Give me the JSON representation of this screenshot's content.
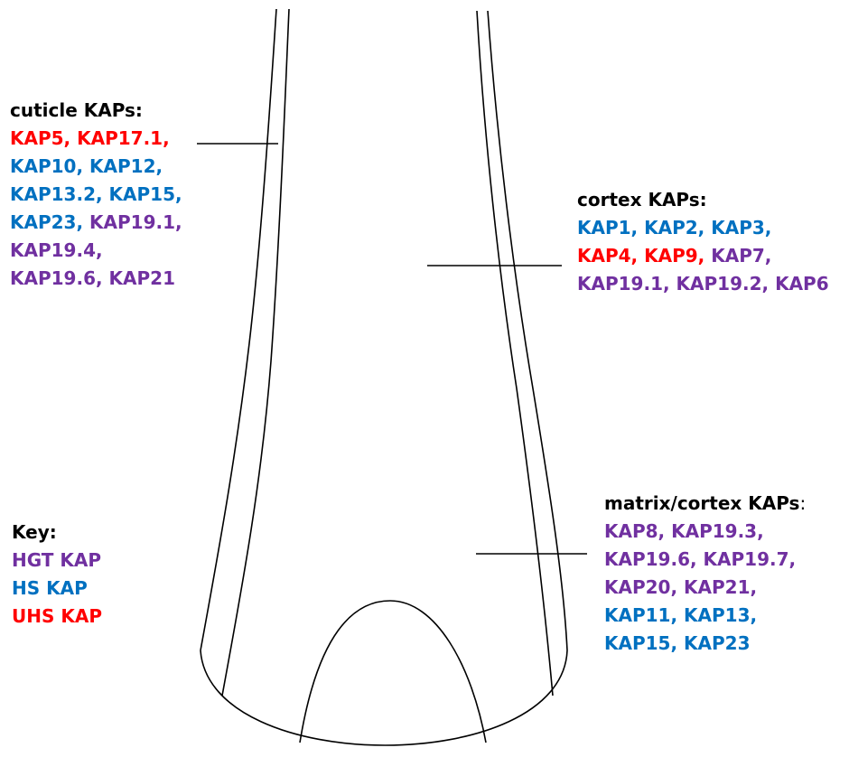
{
  "colors": {
    "hgt": "#7030a0",
    "hs": "#0070c0",
    "uhs": "#ff0000",
    "outline": "#000000"
  },
  "cuticle": {
    "heading": "cuticle KAPs:",
    "lines": [
      [
        {
          "text": "KAP5, KAP17.1,",
          "cls": "uhs"
        }
      ],
      [
        {
          "text": "KAP10, KAP12,",
          "cls": "hs"
        }
      ],
      [
        {
          "text": "KAP13.2, KAP15,",
          "cls": "hs"
        }
      ],
      [
        {
          "text": "KAP23, ",
          "cls": "hs"
        },
        {
          "text": "KAP19.1,",
          "cls": "hgt"
        }
      ],
      [
        {
          "text": "KAP19.4,",
          "cls": "hgt"
        }
      ],
      [
        {
          "text": "KAP19.6, KAP21",
          "cls": "hgt"
        }
      ]
    ]
  },
  "cortex": {
    "heading": "cortex KAPs:",
    "lines": [
      [
        {
          "text": "KAP1, KAP2, KAP3,",
          "cls": "hs"
        }
      ],
      [
        {
          "text": "KAP4, KAP9, ",
          "cls": "uhs"
        },
        {
          "text": "KAP7,",
          "cls": "hgt"
        }
      ],
      [
        {
          "text": "KAP19.1, KAP19.2, KAP6",
          "cls": "hgt"
        }
      ]
    ]
  },
  "matrix": {
    "heading_main": "matrix/cortex KAPs",
    "heading_colon": ":",
    "lines": [
      [
        {
          "text": "KAP8, KAP19.3,",
          "cls": "hgt"
        }
      ],
      [
        {
          "text": "KAP19.6, KAP19.7,",
          "cls": "hgt"
        }
      ],
      [
        {
          "text": "KAP20, KAP21,",
          "cls": "hgt"
        }
      ],
      [
        {
          "text": "KAP11, KAP13,",
          "cls": "hs"
        }
      ],
      [
        {
          "text": "KAP15, KAP23",
          "cls": "hs"
        }
      ]
    ]
  },
  "key": {
    "heading": "Key:",
    "items": [
      {
        "text": "HGT KAP",
        "cls": "hgt"
      },
      {
        "text": "HS KAP",
        "cls": "hs"
      },
      {
        "text": "UHS KAP",
        "cls": "uhs"
      }
    ]
  }
}
